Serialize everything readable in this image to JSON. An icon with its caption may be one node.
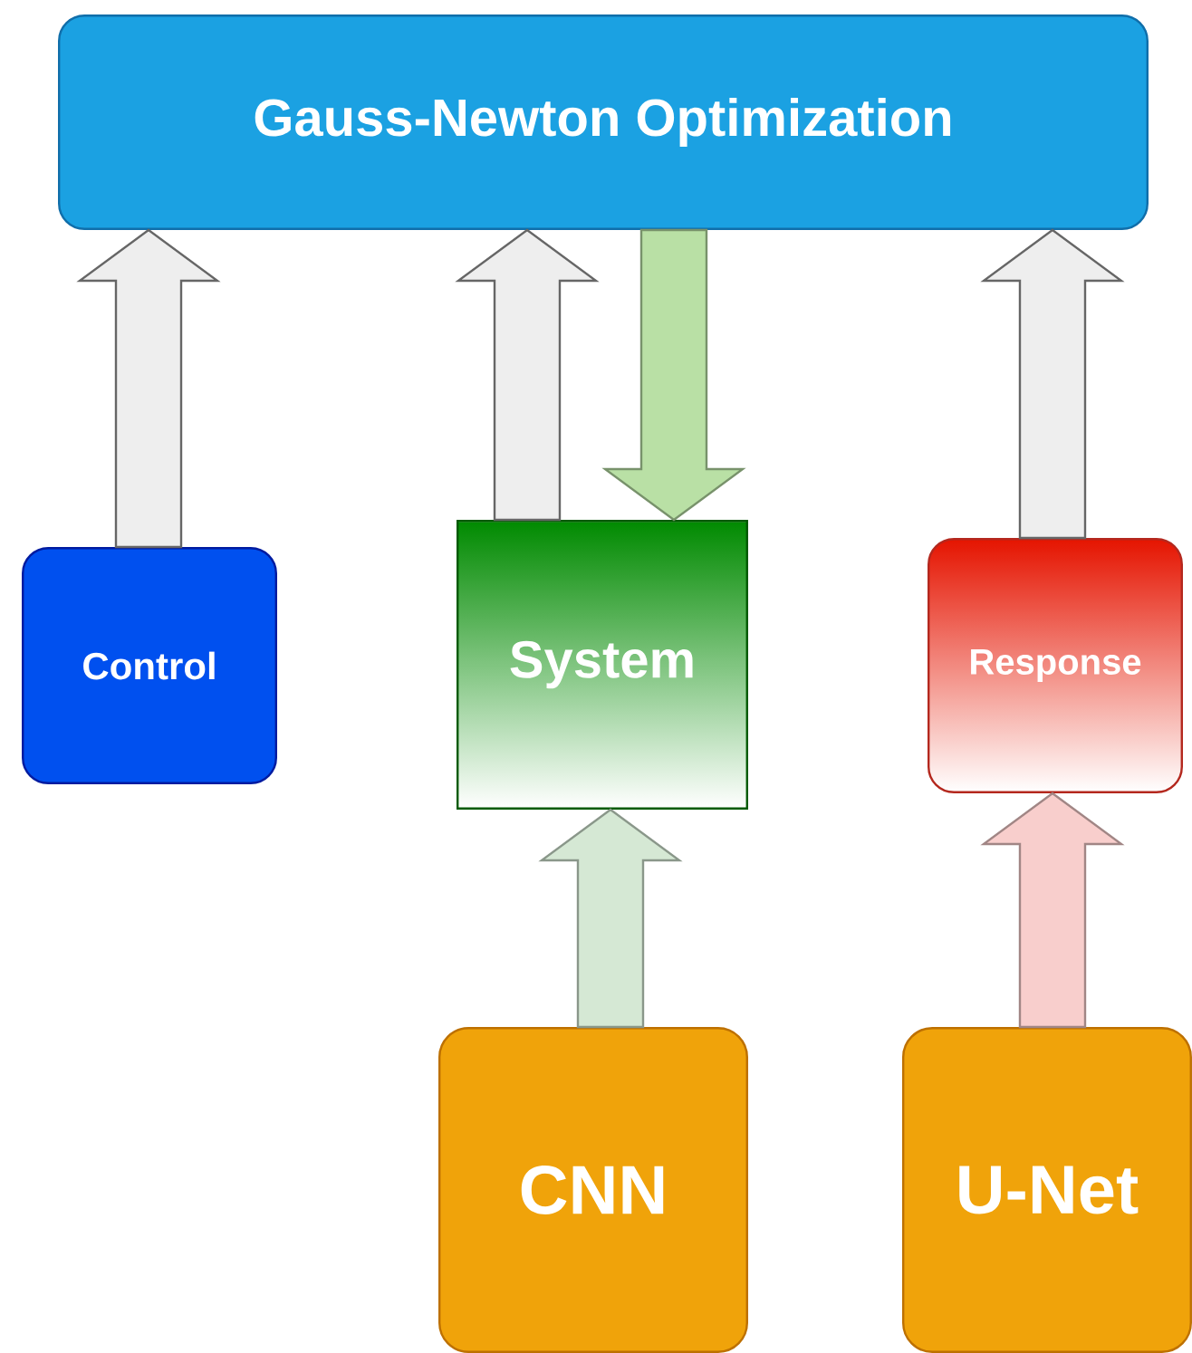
{
  "diagram": {
    "nodes": [
      {
        "text": [
          "Gauss-Newton Optimization"
        ]
      },
      {
        "text": [
          "Control"
        ]
      },
      {
        "text": [
          "System"
        ]
      },
      {
        "text": [
          "Response"
        ]
      },
      {
        "text": [
          "CNN"
        ]
      },
      {
        "text": [
          "U-Net"
        ]
      }
    ],
    "edges": [
      {
        "from": 1,
        "to": 0,
        "arrow": "to"
      },
      {
        "from": 2,
        "to": 0,
        "arrow": "to"
      },
      {
        "from": 0,
        "to": 2,
        "arrow": "to",
        "color": "#b9e0a5"
      },
      {
        "from": 3,
        "to": 0,
        "arrow": "to"
      },
      {
        "from": 4,
        "to": 2,
        "arrow": "to",
        "color": "#d5e8d4"
      },
      {
        "from": 5,
        "to": 3,
        "arrow": "to",
        "color": "#f8cecc"
      }
    ]
  }
}
